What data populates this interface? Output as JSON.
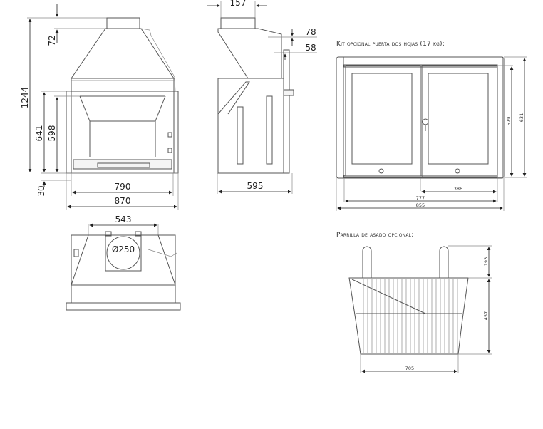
{
  "front_view": {
    "dim_total_height": "1244",
    "dim_collar": "72",
    "dim_opening_outer": "641",
    "dim_opening_inner": "598",
    "dim_base": "30",
    "dim_inner_width": "790",
    "dim_outer_width": "870"
  },
  "side_view": {
    "dim_collar_depth": "157",
    "dim_offset_a": "78",
    "dim_offset_b": "58",
    "dim_depth": "595"
  },
  "top_view": {
    "dim_width": "543",
    "dim_flue": "Ø250"
  },
  "door_kit": {
    "title": "Kit opcional puerta dos hojas (17 kg):",
    "dim_inner_height": "579",
    "dim_outer_height": "631",
    "dim_leaf_width": "386",
    "dim_inner_width": "777",
    "dim_outer_width": "855"
  },
  "grill": {
    "title": "Parrilla de asado opcional:",
    "dim_handle_height": "193",
    "dim_basket_height": "457",
    "dim_width": "705"
  }
}
